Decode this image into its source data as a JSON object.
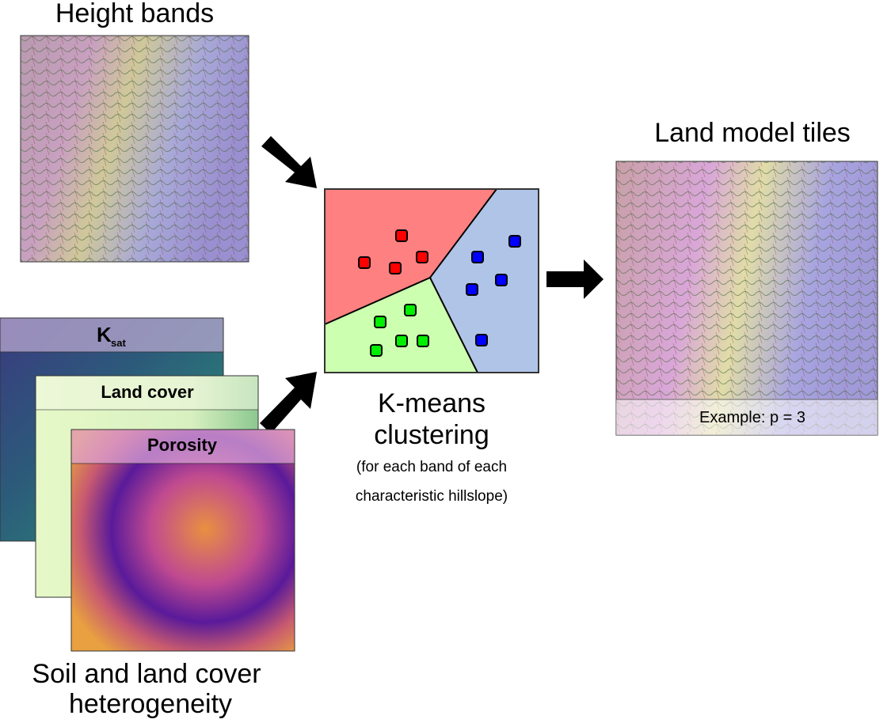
{
  "height_bands": {
    "title": "Height bands"
  },
  "kmeans": {
    "title_line1": "K-means",
    "title_line2": "clustering",
    "note_line1": "(for each band of each",
    "note_line2": "characteristic hillslope)",
    "cluster_colors": {
      "red": "#ff0000",
      "blue": "#0000ff",
      "green": "#00ee00"
    },
    "region_colors": {
      "red": "#ff8080",
      "blue": "#b0c4e8",
      "green": "#ccffb0"
    }
  },
  "land_model": {
    "title": "Land model tiles",
    "example": "Example: p = 3"
  },
  "layers": {
    "ksat": {
      "label_main": "K",
      "label_sub": "sat"
    },
    "land_cover": {
      "label": "Land cover"
    },
    "porosity": {
      "label": "Porosity"
    }
  },
  "soil": {
    "title_line1": "Soil and land cover",
    "title_line2": "heterogeneity"
  }
}
